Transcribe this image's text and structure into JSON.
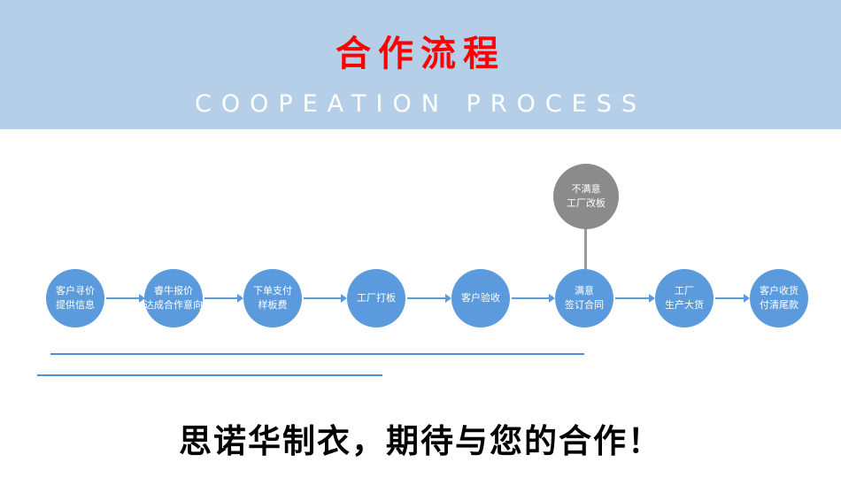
{
  "banner": {
    "title": "合作流程",
    "subtitle": "COOPEATION PROCESS",
    "bg_color": "#b6cfe8",
    "title_color": "#ff0000",
    "subtitle_color": "#ffffff"
  },
  "flow": {
    "node_color": "#5b9bdd",
    "revision_node_color": "#8b8b8b",
    "connector_color": "#5b9bdd",
    "underline_color": "#4a8fd4",
    "revision_node": {
      "label": "不满意\n工厂改板"
    },
    "steps": [
      {
        "label": "客户寻价\n提供信息"
      },
      {
        "label": "睿牛报价\n达成合作意向"
      },
      {
        "label": "下单支付\n样板费"
      },
      {
        "label": "工厂打板"
      },
      {
        "label": "客户验收"
      },
      {
        "label": "满意\n签订合同"
      },
      {
        "label": "工厂\n生产大货"
      },
      {
        "label": "客户收货\n付清尾款"
      }
    ]
  },
  "footer": {
    "slogan": "思诺华制衣，期待与您的合作！"
  }
}
